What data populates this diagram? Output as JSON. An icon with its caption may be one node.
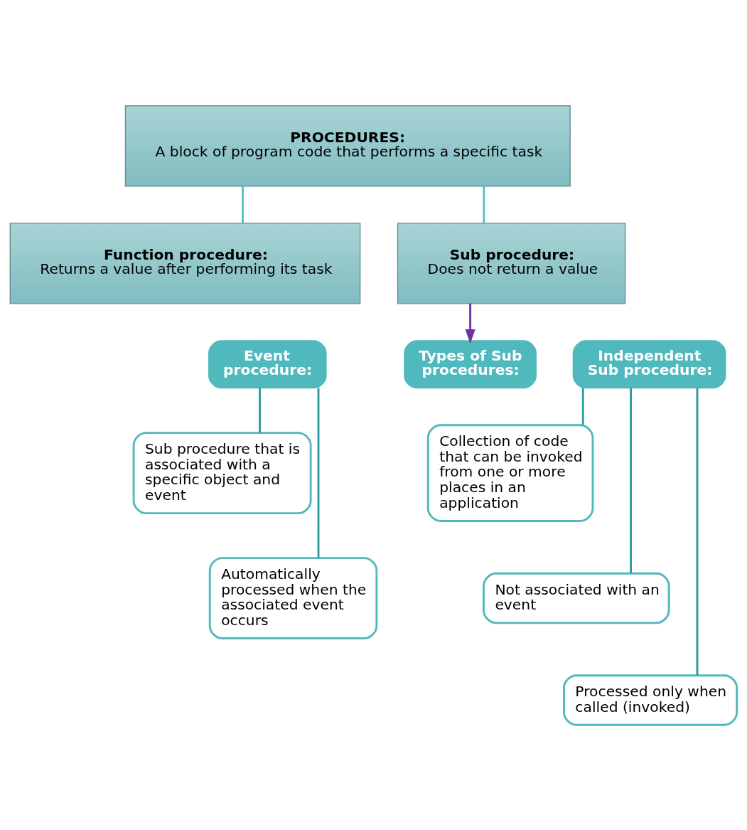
{
  "diagram": {
    "nodes": [
      {
        "text": [
          "PROCEDURES:",
          "A block of program code that performs a specific task"
        ]
      },
      {
        "text": [
          "Function procedure:",
          "Returns a value after performing its task"
        ]
      },
      {
        "text": [
          "Sub procedure:",
          "Does not return a value"
        ]
      },
      {
        "text": [
          "Event procedure:"
        ]
      },
      {
        "text": [
          "Types of Sub procedures:"
        ]
      },
      {
        "text": [
          "Independent Sub procedure:"
        ]
      },
      {
        "text": [
          "Sub procedure that is associated with a specific object and event"
        ]
      },
      {
        "text": [
          "Automatically processed when the associated event occurs"
        ]
      },
      {
        "text": [
          "Collection of code that can be invoked from one or more places in an application"
        ]
      },
      {
        "text": [
          "Not associated with an event"
        ]
      },
      {
        "text": [
          "Processed only when called (invoked)"
        ]
      }
    ],
    "edges": [
      {
        "from": 0,
        "to": 1,
        "arrow": "none",
        "color": "#5bc0c4"
      },
      {
        "from": 0,
        "to": 2,
        "arrow": "none",
        "color": "#5bc0c4"
      },
      {
        "from": 2,
        "to": 4,
        "arrow": "to",
        "color": "#7030a0"
      },
      {
        "from": 3,
        "to": 6,
        "arrow": "none"
      },
      {
        "from": 3,
        "to": 7,
        "arrow": "none"
      },
      {
        "from": 5,
        "to": 8,
        "arrow": "none"
      },
      {
        "from": 5,
        "to": 9,
        "arrow": "none"
      },
      {
        "from": 5,
        "to": 10,
        "arrow": "none"
      }
    ]
  }
}
